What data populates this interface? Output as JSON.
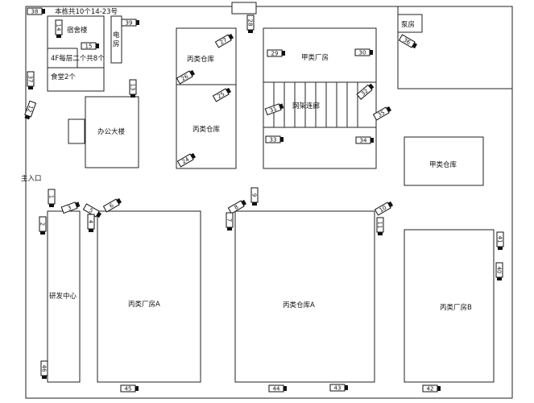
{
  "header": {
    "note": "本栋共10个14-23号"
  },
  "labels": {
    "dorm": "宿舍楼",
    "dorm_note": "4F每层二个共8个",
    "canteen": "食堂2个",
    "power_room": "电房",
    "office": "办公大楼",
    "bing_store_1": "丙类仓库",
    "bing_store_2": "丙类仓库",
    "jia_plant": "甲类厂房",
    "corridor": "网架连廊",
    "pump_room": "泵房",
    "jia_store": "甲类仓库",
    "main_entrance": "主入口",
    "rd_center": "研发中心",
    "bing_plant_a": "丙类厂房A",
    "bing_store_a": "丙类仓库A",
    "bing_plant_b": "丙类厂房B"
  },
  "cameras": [
    {
      "id": "38",
      "orient": "h"
    },
    {
      "id": "14",
      "orient": "v"
    },
    {
      "id": "15",
      "orient": "h"
    },
    {
      "id": "39",
      "orient": "h"
    },
    {
      "id": "28",
      "orient": "v"
    },
    {
      "id": "37",
      "orient": "v"
    },
    {
      "id": "12",
      "orient": "v"
    },
    {
      "id": "13",
      "orient": "v"
    },
    {
      "id": "27",
      "orient": "d"
    },
    {
      "id": "26",
      "orient": "d"
    },
    {
      "id": "25",
      "orient": "d"
    },
    {
      "id": "24",
      "orient": "d"
    },
    {
      "id": "29",
      "orient": "h"
    },
    {
      "id": "30",
      "orient": "h"
    },
    {
      "id": "36",
      "orient": "d"
    },
    {
      "id": "31",
      "orient": "d"
    },
    {
      "id": "32",
      "orient": "d"
    },
    {
      "id": "35",
      "orient": "d"
    },
    {
      "id": "33",
      "orient": "h"
    },
    {
      "id": "34",
      "orient": "h"
    },
    {
      "id": "1",
      "orient": "v"
    },
    {
      "id": "2",
      "orient": "v"
    },
    {
      "id": "3",
      "orient": "d"
    },
    {
      "id": "5",
      "orient": "d"
    },
    {
      "id": "6",
      "orient": "d"
    },
    {
      "id": "4",
      "orient": "v"
    },
    {
      "id": "8",
      "orient": "d"
    },
    {
      "id": "9",
      "orient": "v"
    },
    {
      "id": "7",
      "orient": "v"
    },
    {
      "id": "10",
      "orient": "d"
    },
    {
      "id": "11",
      "orient": "v"
    },
    {
      "id": "41",
      "orient": "v"
    },
    {
      "id": "40",
      "orient": "v"
    },
    {
      "id": "46",
      "orient": "v"
    },
    {
      "id": "45",
      "orient": "h"
    },
    {
      "id": "44",
      "orient": "h"
    },
    {
      "id": "43",
      "orient": "h"
    },
    {
      "id": "42",
      "orient": "h"
    }
  ]
}
